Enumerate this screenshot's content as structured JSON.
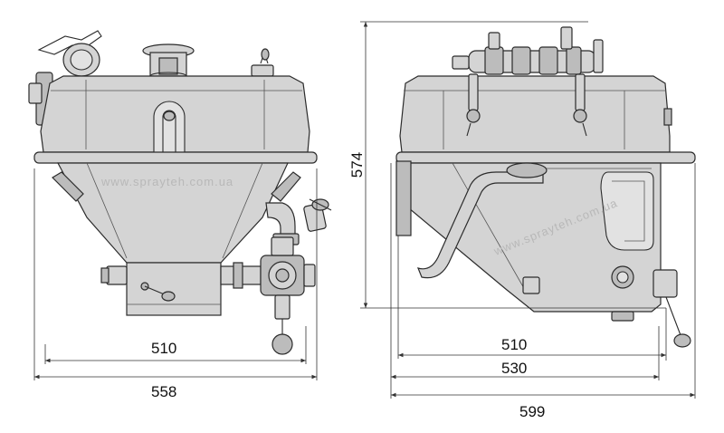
{
  "dimensions": {
    "front_inner_width": "510",
    "front_outer_width": "558",
    "side_height": "574",
    "side_inner_width": "510",
    "side_middle_width": "530",
    "side_outer_width": "599"
  },
  "watermark": {
    "front": "www.sprayteh.com.ua",
    "side": "www.sprayteh.com.ua"
  }
}
